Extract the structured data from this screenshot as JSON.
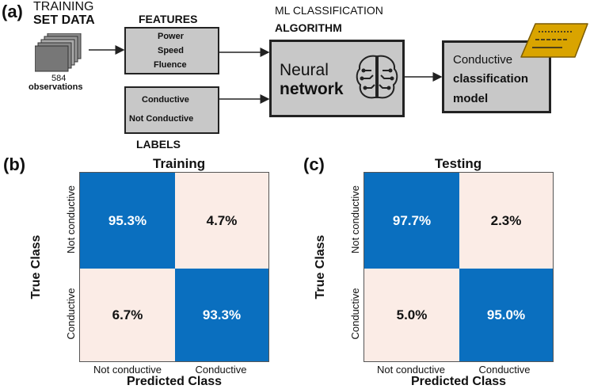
{
  "panel_a": {
    "label": "(a)",
    "training_line1": "TRAINING",
    "training_line2": "SET DATA",
    "obs_count": "584",
    "obs_label": "observations",
    "features_title": "FEATURES",
    "features": [
      "Power",
      "Speed",
      "Fluence"
    ],
    "labels_title": "LABELS",
    "labels": [
      "Conductive",
      "Not Conductive"
    ],
    "ml_line1": "ML CLASSIFICATION",
    "ml_line2": "ALGORITHM",
    "nn_line1": "Neural",
    "nn_line2": "network",
    "model_line1": "Conductive",
    "model_line2": "classification",
    "model_line3": "model"
  },
  "colors": {
    "high": "#0a6fbf",
    "low": "#fbece6",
    "box": "#c8c8c8",
    "doc": "#d9a400"
  },
  "chart_data": [
    {
      "type": "heatmap",
      "panel": "(b)",
      "title": "Training",
      "xlabel": "Predicted Class",
      "ylabel": "True Class",
      "x_categories": [
        "Not conductive",
        "Conductive"
      ],
      "y_categories": [
        "Not conductive",
        "Conductive"
      ],
      "values": [
        [
          "95.3%",
          "4.7%"
        ],
        [
          "6.7%",
          "93.3%"
        ]
      ]
    },
    {
      "type": "heatmap",
      "panel": "(c)",
      "title": "Testing",
      "xlabel": "Predicted Class",
      "ylabel": "True Class",
      "x_categories": [
        "Not conductive",
        "Conductive"
      ],
      "y_categories": [
        "Not conductive",
        "Conductive"
      ],
      "values": [
        [
          "97.7%",
          "2.3%"
        ],
        [
          "5.0%",
          "95.0%"
        ]
      ]
    }
  ]
}
